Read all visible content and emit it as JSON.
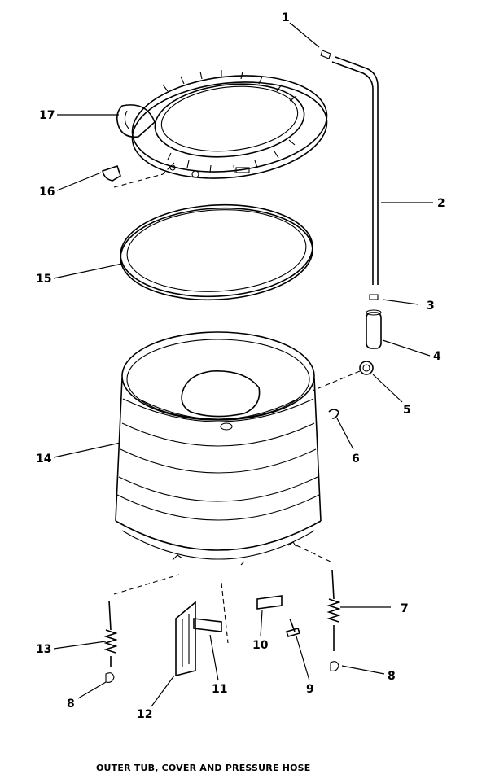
{
  "caption": "OUTER TUB, COVER AND PRESSURE HOSE",
  "callouts": {
    "p1": "1",
    "p2": "2",
    "p3": "3",
    "p4": "4",
    "p5": "5",
    "p6": "6",
    "p7": "7",
    "p8a": "8",
    "p8b": "8",
    "p9": "9",
    "p10": "10",
    "p11": "11",
    "p12": "12",
    "p13": "13",
    "p14": "14",
    "p15": "15",
    "p16": "16",
    "p17": "17"
  }
}
